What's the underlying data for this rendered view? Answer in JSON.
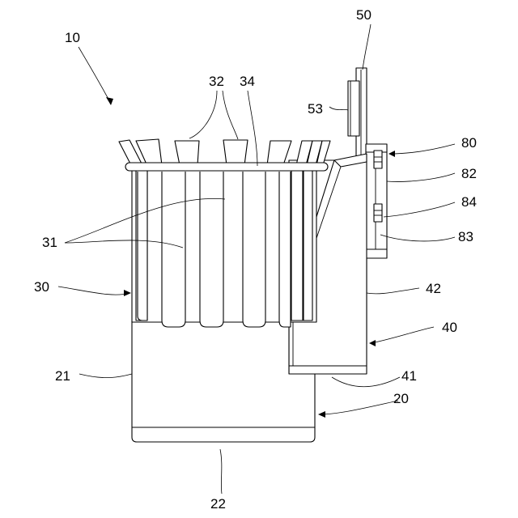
{
  "figure": {
    "labels": {
      "l10": "10",
      "l20": "20",
      "l21": "21",
      "l22": "22",
      "l30": "30",
      "l31": "31",
      "l32": "32",
      "l34": "34",
      "l40": "40",
      "l41": "41",
      "l42": "42",
      "l50": "50",
      "l53": "53",
      "l80": "80",
      "l82": "82",
      "l83": "83",
      "l84": "84"
    }
  }
}
